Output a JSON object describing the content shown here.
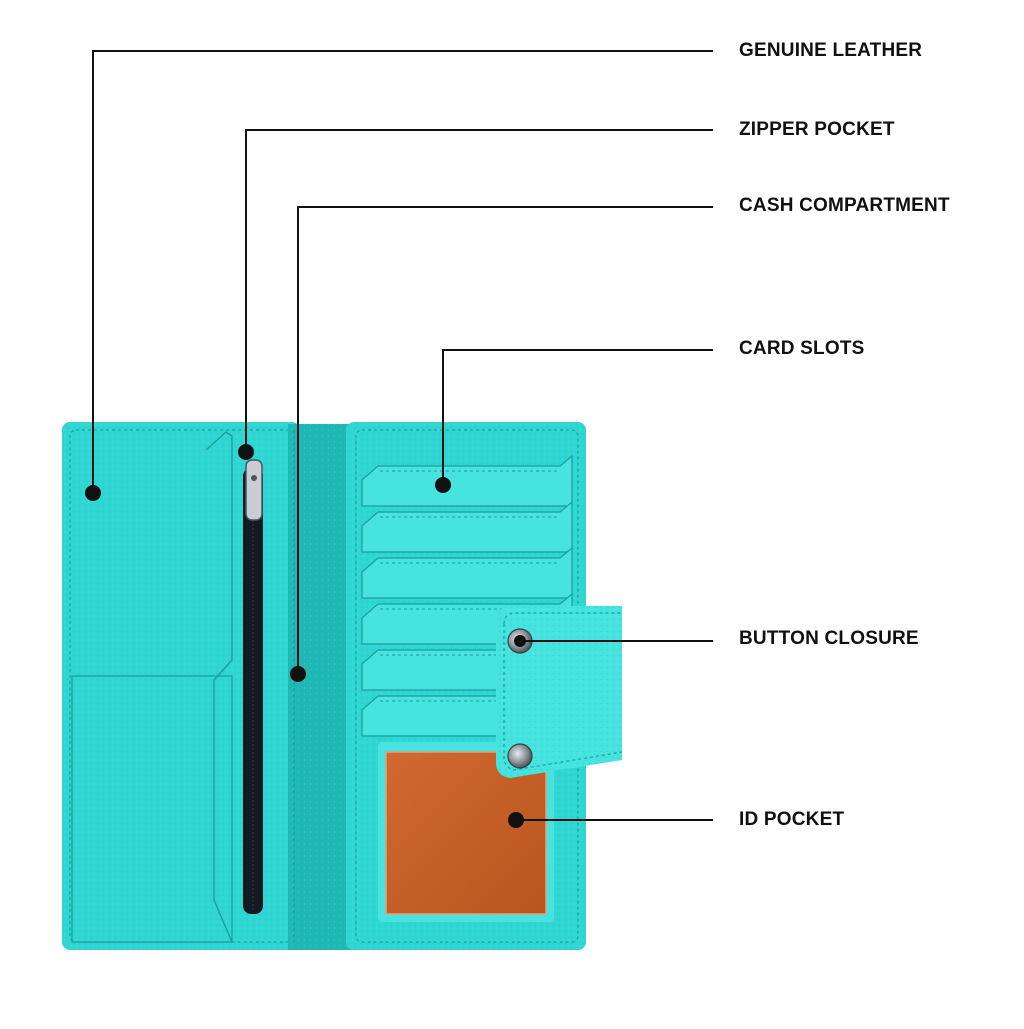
{
  "callouts": [
    {
      "id": "genuine-leather",
      "label": "GENUINE LEATHER"
    },
    {
      "id": "zipper-pocket",
      "label": "ZIPPER POCKET"
    },
    {
      "id": "cash-compartment",
      "label": "CASH COMPARTMENT"
    },
    {
      "id": "card-slots",
      "label": "CARD SLOTS"
    },
    {
      "id": "button-closure",
      "label": "BUTTON CLOSURE"
    },
    {
      "id": "id-pocket",
      "label": "ID POCKET"
    }
  ],
  "colors": {
    "leather": "#2fd6d2",
    "leather_light": "#47e3df",
    "leather_dark": "#1fb8b5",
    "stitch": "#1a9f9b",
    "zipper": "#151a22",
    "id_window": "#c8602a",
    "line": "#111111",
    "snap": "#8f969c"
  }
}
